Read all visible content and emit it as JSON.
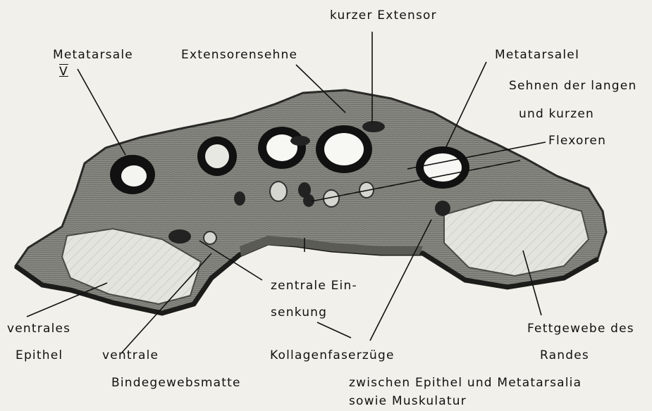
{
  "figure": {
    "labels": {
      "kurzer_extensor": "kurzer Extensor",
      "metatarsale_v_line1": "Metatarsale",
      "metatarsale_v_line2": "V",
      "extensorensehne": "Extensorensehne",
      "metatarsale_i": "MetatarsaleI",
      "sehnen_line1": "Sehnen der langen",
      "sehnen_line2": "und  kurzen",
      "sehnen_line3": "Flexoren",
      "zentrale_line1": "zentrale Ein-",
      "zentrale_line2": "senkung",
      "ventrales_line1": "ventrales",
      "ventrales_line2": "Epithel",
      "ventrale_line1": "ventrale",
      "ventrale_line2": "Bindegewebsmatte",
      "kollagen_line1": "Kollagenfaserzüge",
      "kollagen_line2": "zwischen Epithel und Metatarsalia",
      "kollagen_line3": "sowie Muskulatur",
      "fettgewebe_line1": "Fettgewebe des",
      "fettgewebe_line2": "Randes"
    }
  }
}
